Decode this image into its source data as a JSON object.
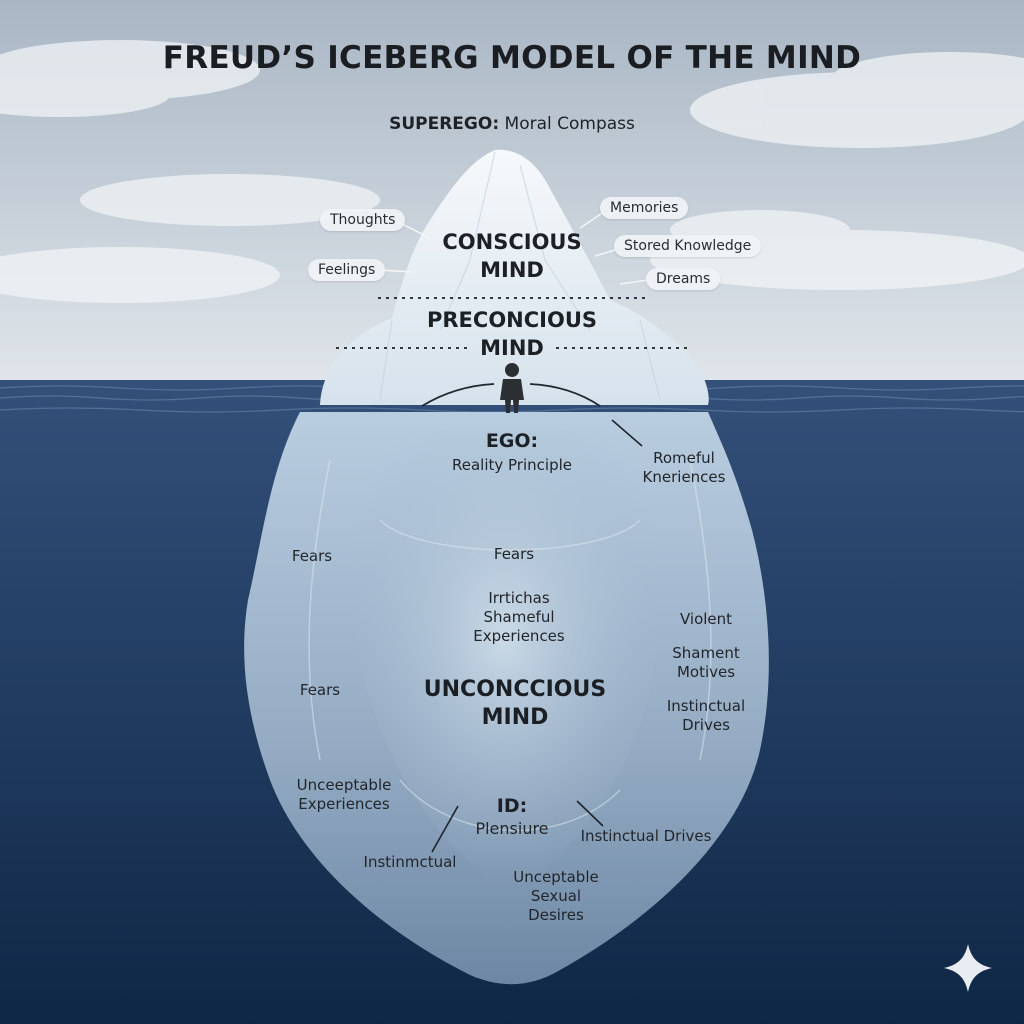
{
  "title": "FREUD’S ICEBERG MODEL OF THE MIND",
  "superego": {
    "label": "SUPEREGO:",
    "text": "Moral Compass"
  },
  "above_water_pills": [
    "Thoughts",
    "Feelings",
    "Memories",
    "Stored Knowledge",
    "Dreams"
  ],
  "conscious": {
    "line1": "CONSCIOUS",
    "line2": "MIND"
  },
  "preconscious": {
    "line1": "PRECONCIOUS",
    "line2": "MIND"
  },
  "ego": {
    "label": "EGO:",
    "text": "Reality Principle"
  },
  "romeful": {
    "line1": "Romeful",
    "line2": "Kneriences"
  },
  "left_fears": [
    "Fears",
    "Fears"
  ],
  "center_fears": "Fears",
  "center_block": [
    "Irrtichas",
    "Shameful",
    "Experiences"
  ],
  "right_block": {
    "violent": "Violent",
    "shament": "Shament",
    "motives": "Motives",
    "instinctual": "Instinctual",
    "drives": "Drives"
  },
  "unconscious": {
    "line1": "UNCONCCIOUS",
    "line2": "MIND"
  },
  "unceptable": {
    "line1": "Unceeptable",
    "line2": "Experiences"
  },
  "id": {
    "label": "ID:",
    "text": "Plensiure"
  },
  "instinctual_drives_bottom": "Instinctual Drives",
  "instinmctual": "Instinmctual",
  "sexual": [
    "Unceptable",
    "Sexual",
    "Desires"
  ],
  "colors": {
    "sky_top": "#a9b6c4",
    "sky_bottom": "#dfe5ea",
    "sea_top": "#33507a",
    "sea_bottom": "#0f2746",
    "ice_light": "#eef4f8",
    "ice_under": "#9fb6cc"
  }
}
